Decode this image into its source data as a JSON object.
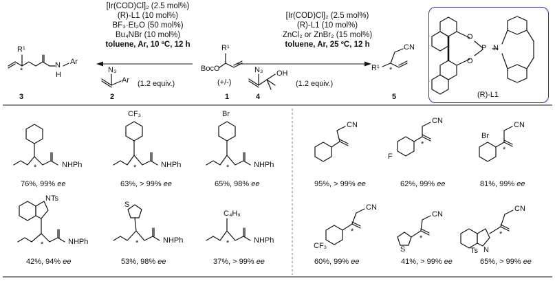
{
  "reaction_left": {
    "conditions": [
      "[Ir(COD)Cl]₂ (2.5 mol%)",
      "(R)-L1 (10 mol%)",
      "BF₃·Et₂O (50 mol%)",
      "Bu₄NBr (10 mol%)",
      "toluene, Ar, 10 ºC, 12 h"
    ],
    "reagent_equiv": "(1.2 equiv.)",
    "reagent_label": "2",
    "product_label": "3"
  },
  "reaction_right": {
    "conditions": [
      "[Ir(COD)Cl]₂ (2.5 mol%)",
      "(R)-L1 (10 mol%)",
      "ZnCl₂ or ZnBr₂ (15 mol%)",
      "toluene, Ar, 25 ºC, 12 h"
    ],
    "reagent_equiv": "(1.2 equiv.)",
    "reagent_label": "4",
    "product_label": "5"
  },
  "substrate": {
    "label": "1",
    "racemic": "(+/-)"
  },
  "ligand": {
    "label": "(R)-L1"
  },
  "atoms": {
    "R1": "R¹",
    "N3": "N₃",
    "Ar": "Ar",
    "N": "N",
    "H": "H",
    "Boc": "BocO",
    "OH": "OH",
    "CN": "CN",
    "O": "O",
    "P": "P",
    "star": "*",
    "NHPh": "NHPh",
    "CF3": "CF₃",
    "Br": "Br",
    "NTs": "NTs",
    "S": "S",
    "C4H9": "C₄H₉",
    "F": "F",
    "Ts": "Ts"
  },
  "products_left": [
    {
      "result": "76%, 99% ee"
    },
    {
      "result": "63%, > 99% ee"
    },
    {
      "result": "65%, 98% ee"
    },
    {
      "result": "42%, 94% ee"
    },
    {
      "result": "53%, 98% ee"
    },
    {
      "result": "37%, > 99% ee"
    }
  ],
  "products_right": [
    {
      "result": "95%, > 99% ee"
    },
    {
      "result": "62%, 99% ee"
    },
    {
      "result": "81%, 99% ee"
    },
    {
      "result": "60%, 99% ee"
    },
    {
      "result": "41%, > 99% ee"
    },
    {
      "result": "65%, > 99% ee"
    }
  ],
  "colors": {
    "box_border": "#2b2bcc",
    "bond": "#111111",
    "highlight_bond": "#2b2bcc"
  }
}
